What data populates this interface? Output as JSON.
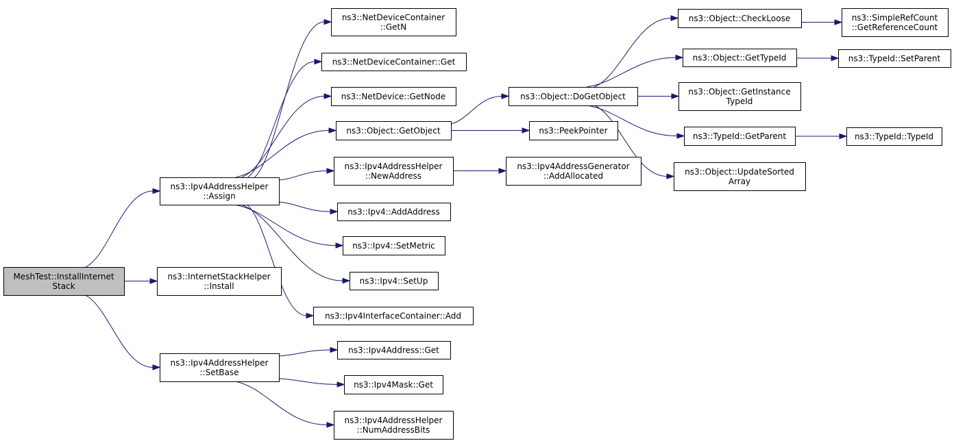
{
  "nodes": [
    {
      "id": "n0",
      "lines": [
        "MeshTest::InstallInternet",
        "Stack"
      ],
      "root": true
    },
    {
      "id": "n1",
      "lines": [
        "ns3::Ipv4AddressHelper",
        "::Assign"
      ]
    },
    {
      "id": "n2",
      "lines": [
        "ns3::InternetStackHelper",
        "::Install"
      ]
    },
    {
      "id": "n3",
      "lines": [
        "ns3::Ipv4AddressHelper",
        "::SetBase"
      ]
    },
    {
      "id": "n4",
      "lines": [
        "ns3::NetDeviceContainer",
        "::GetN"
      ]
    },
    {
      "id": "n5",
      "lines": [
        "ns3::NetDeviceContainer::Get"
      ]
    },
    {
      "id": "n6",
      "lines": [
        "ns3::NetDevice::GetNode"
      ]
    },
    {
      "id": "n7",
      "lines": [
        "ns3::Object::GetObject"
      ]
    },
    {
      "id": "n8",
      "lines": [
        "ns3::Ipv4AddressHelper",
        "::NewAddress"
      ]
    },
    {
      "id": "n9",
      "lines": [
        "ns3::Ipv4::AddAddress"
      ]
    },
    {
      "id": "n10",
      "lines": [
        "ns3::Ipv4::SetMetric"
      ]
    },
    {
      "id": "n11",
      "lines": [
        "ns3::Ipv4::SetUp"
      ]
    },
    {
      "id": "n12",
      "lines": [
        "ns3::Ipv4InterfaceContainer::Add"
      ]
    },
    {
      "id": "n13",
      "lines": [
        "ns3::Ipv4Address::Get"
      ]
    },
    {
      "id": "n14",
      "lines": [
        "ns3::Ipv4Mask::Get"
      ]
    },
    {
      "id": "n15",
      "lines": [
        "ns3::Ipv4AddressHelper",
        "::NumAddressBits"
      ]
    },
    {
      "id": "n16",
      "lines": [
        "ns3::Object::DoGetObject"
      ]
    },
    {
      "id": "n17",
      "lines": [
        "ns3::PeekPointer"
      ]
    },
    {
      "id": "n18",
      "lines": [
        "ns3::Ipv4AddressGenerator",
        "::AddAllocated"
      ]
    },
    {
      "id": "n19",
      "lines": [
        "ns3::Object::CheckLoose"
      ]
    },
    {
      "id": "n20",
      "lines": [
        "ns3::Object::GetTypeId"
      ]
    },
    {
      "id": "n21",
      "lines": [
        "ns3::Object::GetInstance",
        "TypeId"
      ]
    },
    {
      "id": "n22",
      "lines": [
        "ns3::TypeId::GetParent"
      ]
    },
    {
      "id": "n23",
      "lines": [
        "ns3::Object::UpdateSorted",
        "Array"
      ]
    },
    {
      "id": "n24",
      "lines": [
        "ns3::SimpleRefCount",
        "::GetReferenceCount"
      ]
    },
    {
      "id": "n25",
      "lines": [
        "ns3::TypeId::SetParent"
      ]
    },
    {
      "id": "n26",
      "lines": [
        "ns3::TypeId::TypeId"
      ]
    }
  ],
  "edges": [
    [
      "n0",
      "n1"
    ],
    [
      "n0",
      "n2"
    ],
    [
      "n0",
      "n3"
    ],
    [
      "n1",
      "n4"
    ],
    [
      "n1",
      "n5"
    ],
    [
      "n1",
      "n6"
    ],
    [
      "n1",
      "n7"
    ],
    [
      "n1",
      "n8"
    ],
    [
      "n1",
      "n9"
    ],
    [
      "n1",
      "n10"
    ],
    [
      "n1",
      "n11"
    ],
    [
      "n1",
      "n12"
    ],
    [
      "n3",
      "n13"
    ],
    [
      "n3",
      "n14"
    ],
    [
      "n3",
      "n15"
    ],
    [
      "n7",
      "n16"
    ],
    [
      "n7",
      "n17"
    ],
    [
      "n8",
      "n18"
    ],
    [
      "n16",
      "n19"
    ],
    [
      "n16",
      "n20"
    ],
    [
      "n16",
      "n21"
    ],
    [
      "n16",
      "n22"
    ],
    [
      "n16",
      "n23"
    ],
    [
      "n19",
      "n24"
    ],
    [
      "n20",
      "n25"
    ],
    [
      "n22",
      "n26"
    ]
  ],
  "colors": {
    "edge": "#191970",
    "root_fill": "#bfbfbf",
    "node_fill": "#ffffff",
    "border": "#000000"
  }
}
